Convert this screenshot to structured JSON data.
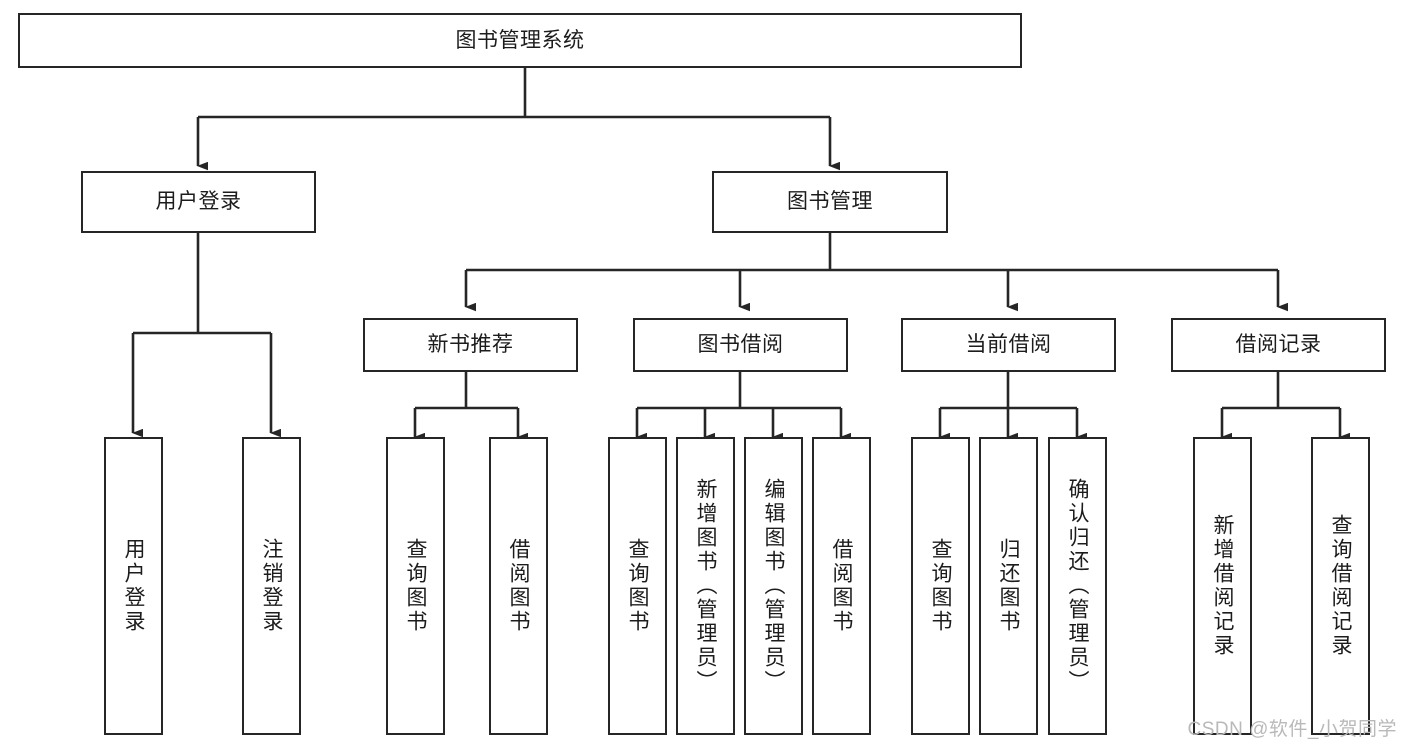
{
  "diagram": {
    "title": "图书管理系统",
    "type": "tree-hierarchy-diagram",
    "colors": {
      "box_border": "#262626",
      "box_fill": "#ffffff",
      "connector": "#262626",
      "text": "#1c1c1c",
      "watermark": "#b9b9b9"
    },
    "root": {
      "id": "root",
      "label": "图书管理系统"
    },
    "level2": [
      {
        "id": "user-login",
        "label": "用户登录"
      },
      {
        "id": "book-manage",
        "label": "图书管理"
      }
    ],
    "level3": [
      {
        "id": "new-book-recommend",
        "label": "新书推荐"
      },
      {
        "id": "book-borrow",
        "label": "图书借阅"
      },
      {
        "id": "current-borrow",
        "label": "当前借阅"
      },
      {
        "id": "borrow-record",
        "label": "借阅记录"
      }
    ],
    "leaves": {
      "user_login": [
        {
          "id": "leaf-user-login",
          "label": "用户登录"
        },
        {
          "id": "leaf-logout-login",
          "label": "注销登录"
        }
      ],
      "new_book_recommend": [
        {
          "id": "leaf-query-book-1",
          "label": "查询图书"
        },
        {
          "id": "leaf-borrow-book-1",
          "label": "借阅图书"
        }
      ],
      "book_borrow": [
        {
          "id": "leaf-query-book-2",
          "label": "查询图书"
        },
        {
          "id": "leaf-add-book",
          "label": "新增图书（管理员）"
        },
        {
          "id": "leaf-edit-book",
          "label": "编辑图书（管理员）"
        },
        {
          "id": "leaf-borrow-book-2",
          "label": "借阅图书"
        }
      ],
      "current_borrow": [
        {
          "id": "leaf-query-book-3",
          "label": "查询图书"
        },
        {
          "id": "leaf-return-book",
          "label": "归还图书"
        },
        {
          "id": "leaf-confirm-return",
          "label": "确认归还（管理员）"
        }
      ],
      "borrow_record": [
        {
          "id": "leaf-add-record",
          "label": "新增借阅记录"
        },
        {
          "id": "leaf-query-record",
          "label": "查询借阅记录"
        }
      ]
    }
  },
  "watermark": {
    "text": "CSDN @软件_小贺同学"
  }
}
